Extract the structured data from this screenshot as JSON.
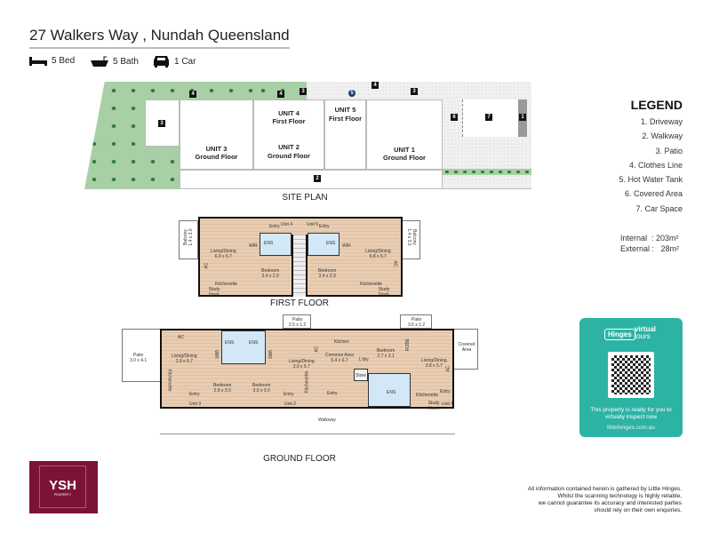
{
  "header": {
    "title": "27 Walkers Way , Nundah Queensland",
    "features": [
      {
        "icon": "bed-icon",
        "label": "5 Bed"
      },
      {
        "icon": "bath-icon",
        "label": "5 Bath"
      },
      {
        "icon": "car-icon",
        "label": "1 Car"
      }
    ]
  },
  "site_plan": {
    "caption": "SITE PLAN",
    "units": [
      {
        "name": "UNIT 3",
        "floor": "Ground Floor"
      },
      {
        "name": "UNIT 2",
        "floor": "Ground Floor"
      },
      {
        "name": "UNIT 4",
        "floor": "First Floor"
      },
      {
        "name": "UNIT 5",
        "floor": "First Floor"
      },
      {
        "name": "UNIT 1",
        "floor": "Ground Floor"
      }
    ],
    "tags": [
      "1",
      "2",
      "3",
      "4",
      "5",
      "6",
      "7"
    ]
  },
  "legend": {
    "title": "LEGEND",
    "items": [
      "1. Driveway",
      "2. Walkway",
      "3. Patio",
      "4. Clothes Line",
      "5. Hot Water Tank",
      "6. Covered Area",
      "7. Car Space"
    ],
    "internal": "Internal  : 203m²",
    "external": "External :   28m²"
  },
  "first_floor": {
    "caption": "FIRST FLOOR",
    "rooms": {
      "entry": "Entry",
      "unit4": "Unit 4",
      "unit5": "Unit 5",
      "living": "Living/Dining",
      "living_dim": "6.9 x 5.7",
      "living2_dim": "6.8 x 5.7",
      "wir": "WIR",
      "ens": "ENS",
      "bedroom": "Bedroom",
      "bed_dim": "3.4 x 2.9",
      "kitchenette": "Kitchenette",
      "study": "Study Nook",
      "balcony": "Balcony 1.4 x 3.0",
      "ac": "AC"
    }
  },
  "ground_floor": {
    "caption": "GROUND FLOOR",
    "rooms": {
      "patio1": "Patio",
      "patio1_dim": "3.0 x 4.1",
      "patio2": "Patio",
      "patio2_dim": "2.5 x 1.2",
      "patio3": "Patio",
      "patio3_dim": "3.6 x 1.2",
      "living": "Living/Dining",
      "living3_dim": "2.9 x 5.7",
      "living2_dim": "2.9 x 5.7",
      "living1_dim": "3.8 x 5.7",
      "bedroom": "Bedroom",
      "bed3_dim": "2.9 x 3.0",
      "bed2_dim": "3.0 x 3.0",
      "bed1_dim": "2.7 x 3.1",
      "kitchen": "Kitchen",
      "common": "Common Area",
      "common_dim": "5.4 x 6.7",
      "store": "Store",
      "ens": "ENS",
      "robe": "ROBE",
      "covered": "Covered Area",
      "walkway": "Walkway",
      "entry": "Entry",
      "kitchenette": "Kitchenette",
      "study": "Study Nook",
      "wir": "WIR",
      "ac": "AC",
      "unit3": "Unit 3",
      "unit2": "Unit 2",
      "unit1": "Unit 1",
      "laundry": "L'dry"
    }
  },
  "qr_card": {
    "brand": "Hinges",
    "brand_sub": "LITTLE",
    "virtual": "virtual",
    "tours": "tours",
    "message": "This property is ready for you to virtually inspect now",
    "url": "littlehinges.com.au",
    "color": "#2db3a4"
  },
  "logo": {
    "name": "YSH",
    "sub": "PROPERTY",
    "color": "#7c1336"
  },
  "disclaimer": [
    "All information contained herein is gathered by Little Hinges.",
    "Whilst the scanning technology is highly reliable,",
    "we cannot guarantee its accuracy and interested parties",
    "should rely on their own enquiries."
  ]
}
